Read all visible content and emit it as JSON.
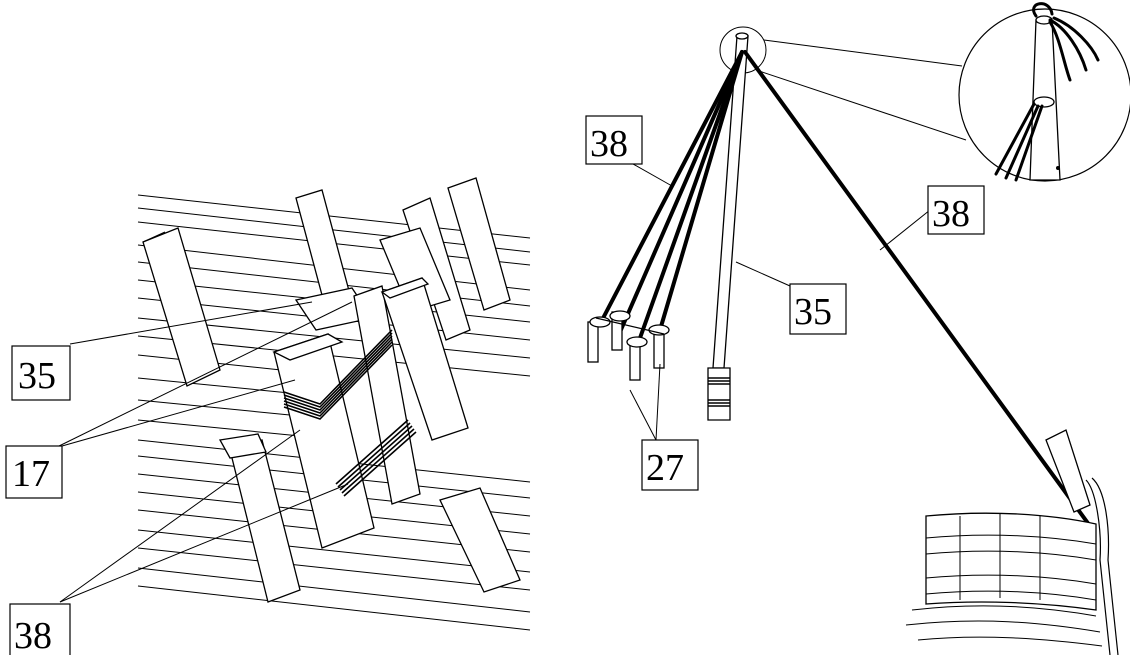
{
  "labels": {
    "left_35": "35",
    "left_17": "17",
    "left_38": "38",
    "right_38_shrouds": "38",
    "right_38_stay": "38",
    "right_35": "35",
    "right_27": "27"
  },
  "icons": {
    "detail_view": "magnified-masthead-detail-icon"
  },
  "colors": {
    "ink": "#000000",
    "paper": "#ffffff"
  }
}
